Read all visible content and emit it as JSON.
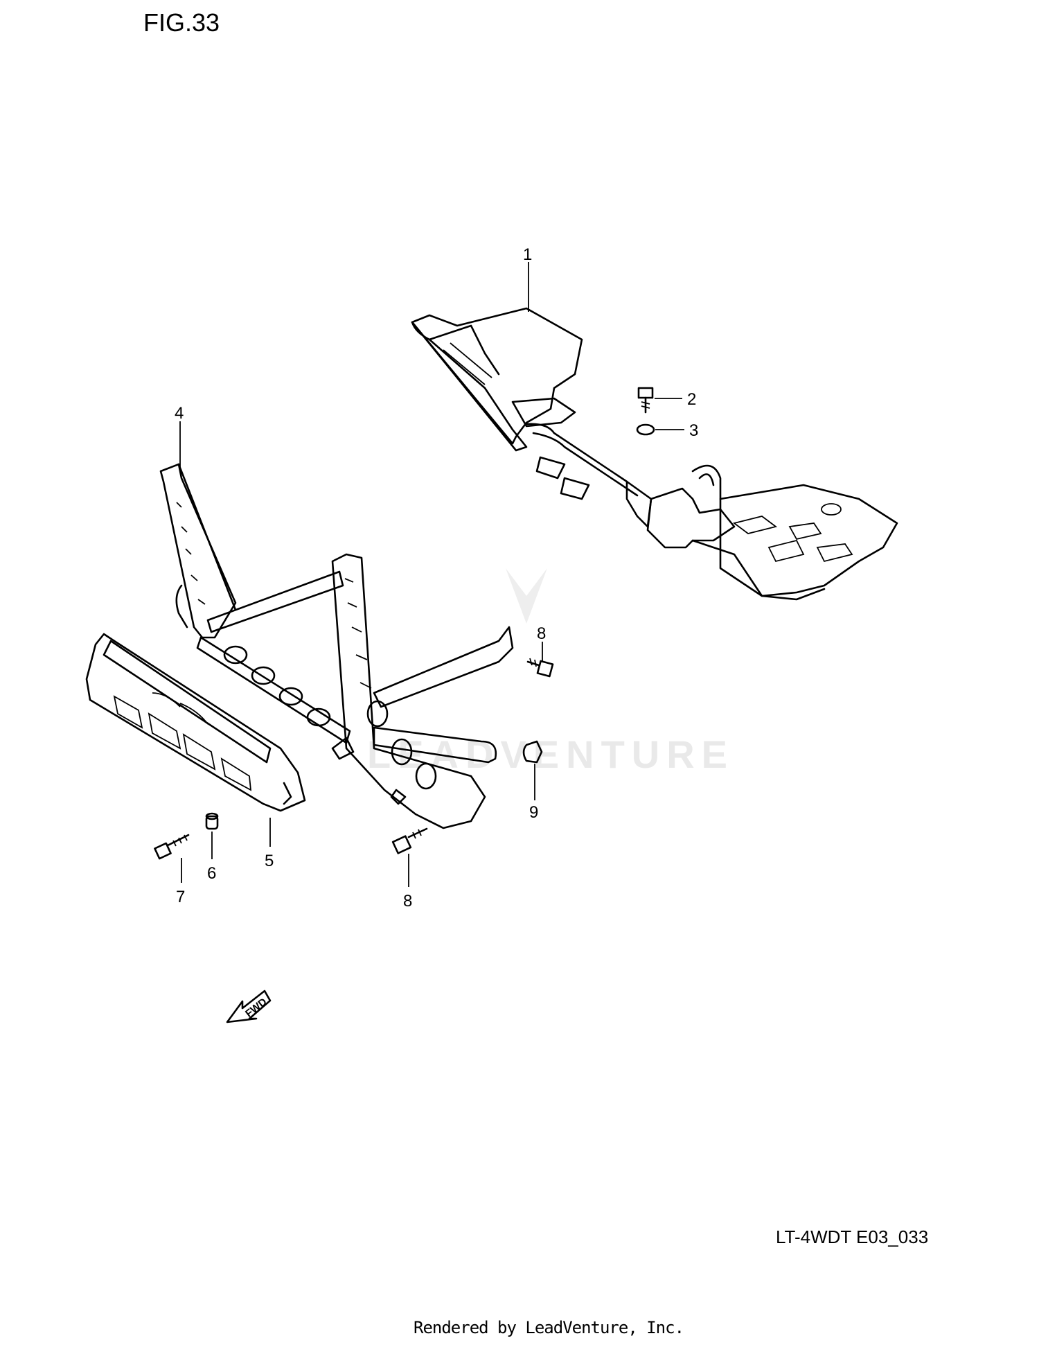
{
  "header": {
    "figure_label": "FIG.33"
  },
  "footer": {
    "reference_code": "LT-4WDT E03_033",
    "credit": "Rendered by LeadVenture, Inc."
  },
  "watermark": {
    "text": "LEADVENTURE"
  },
  "callouts": {
    "c1": "1",
    "c2": "2",
    "c3": "3",
    "c4": "4",
    "c5": "5",
    "c6": "6",
    "c7": "7",
    "c8a": "8",
    "c8b": "8",
    "c9": "9"
  },
  "direction_arrow": {
    "label": "FWD"
  },
  "colors": {
    "ink": "#000000",
    "watermark": "#e9e9e9",
    "background": "#ffffff"
  }
}
